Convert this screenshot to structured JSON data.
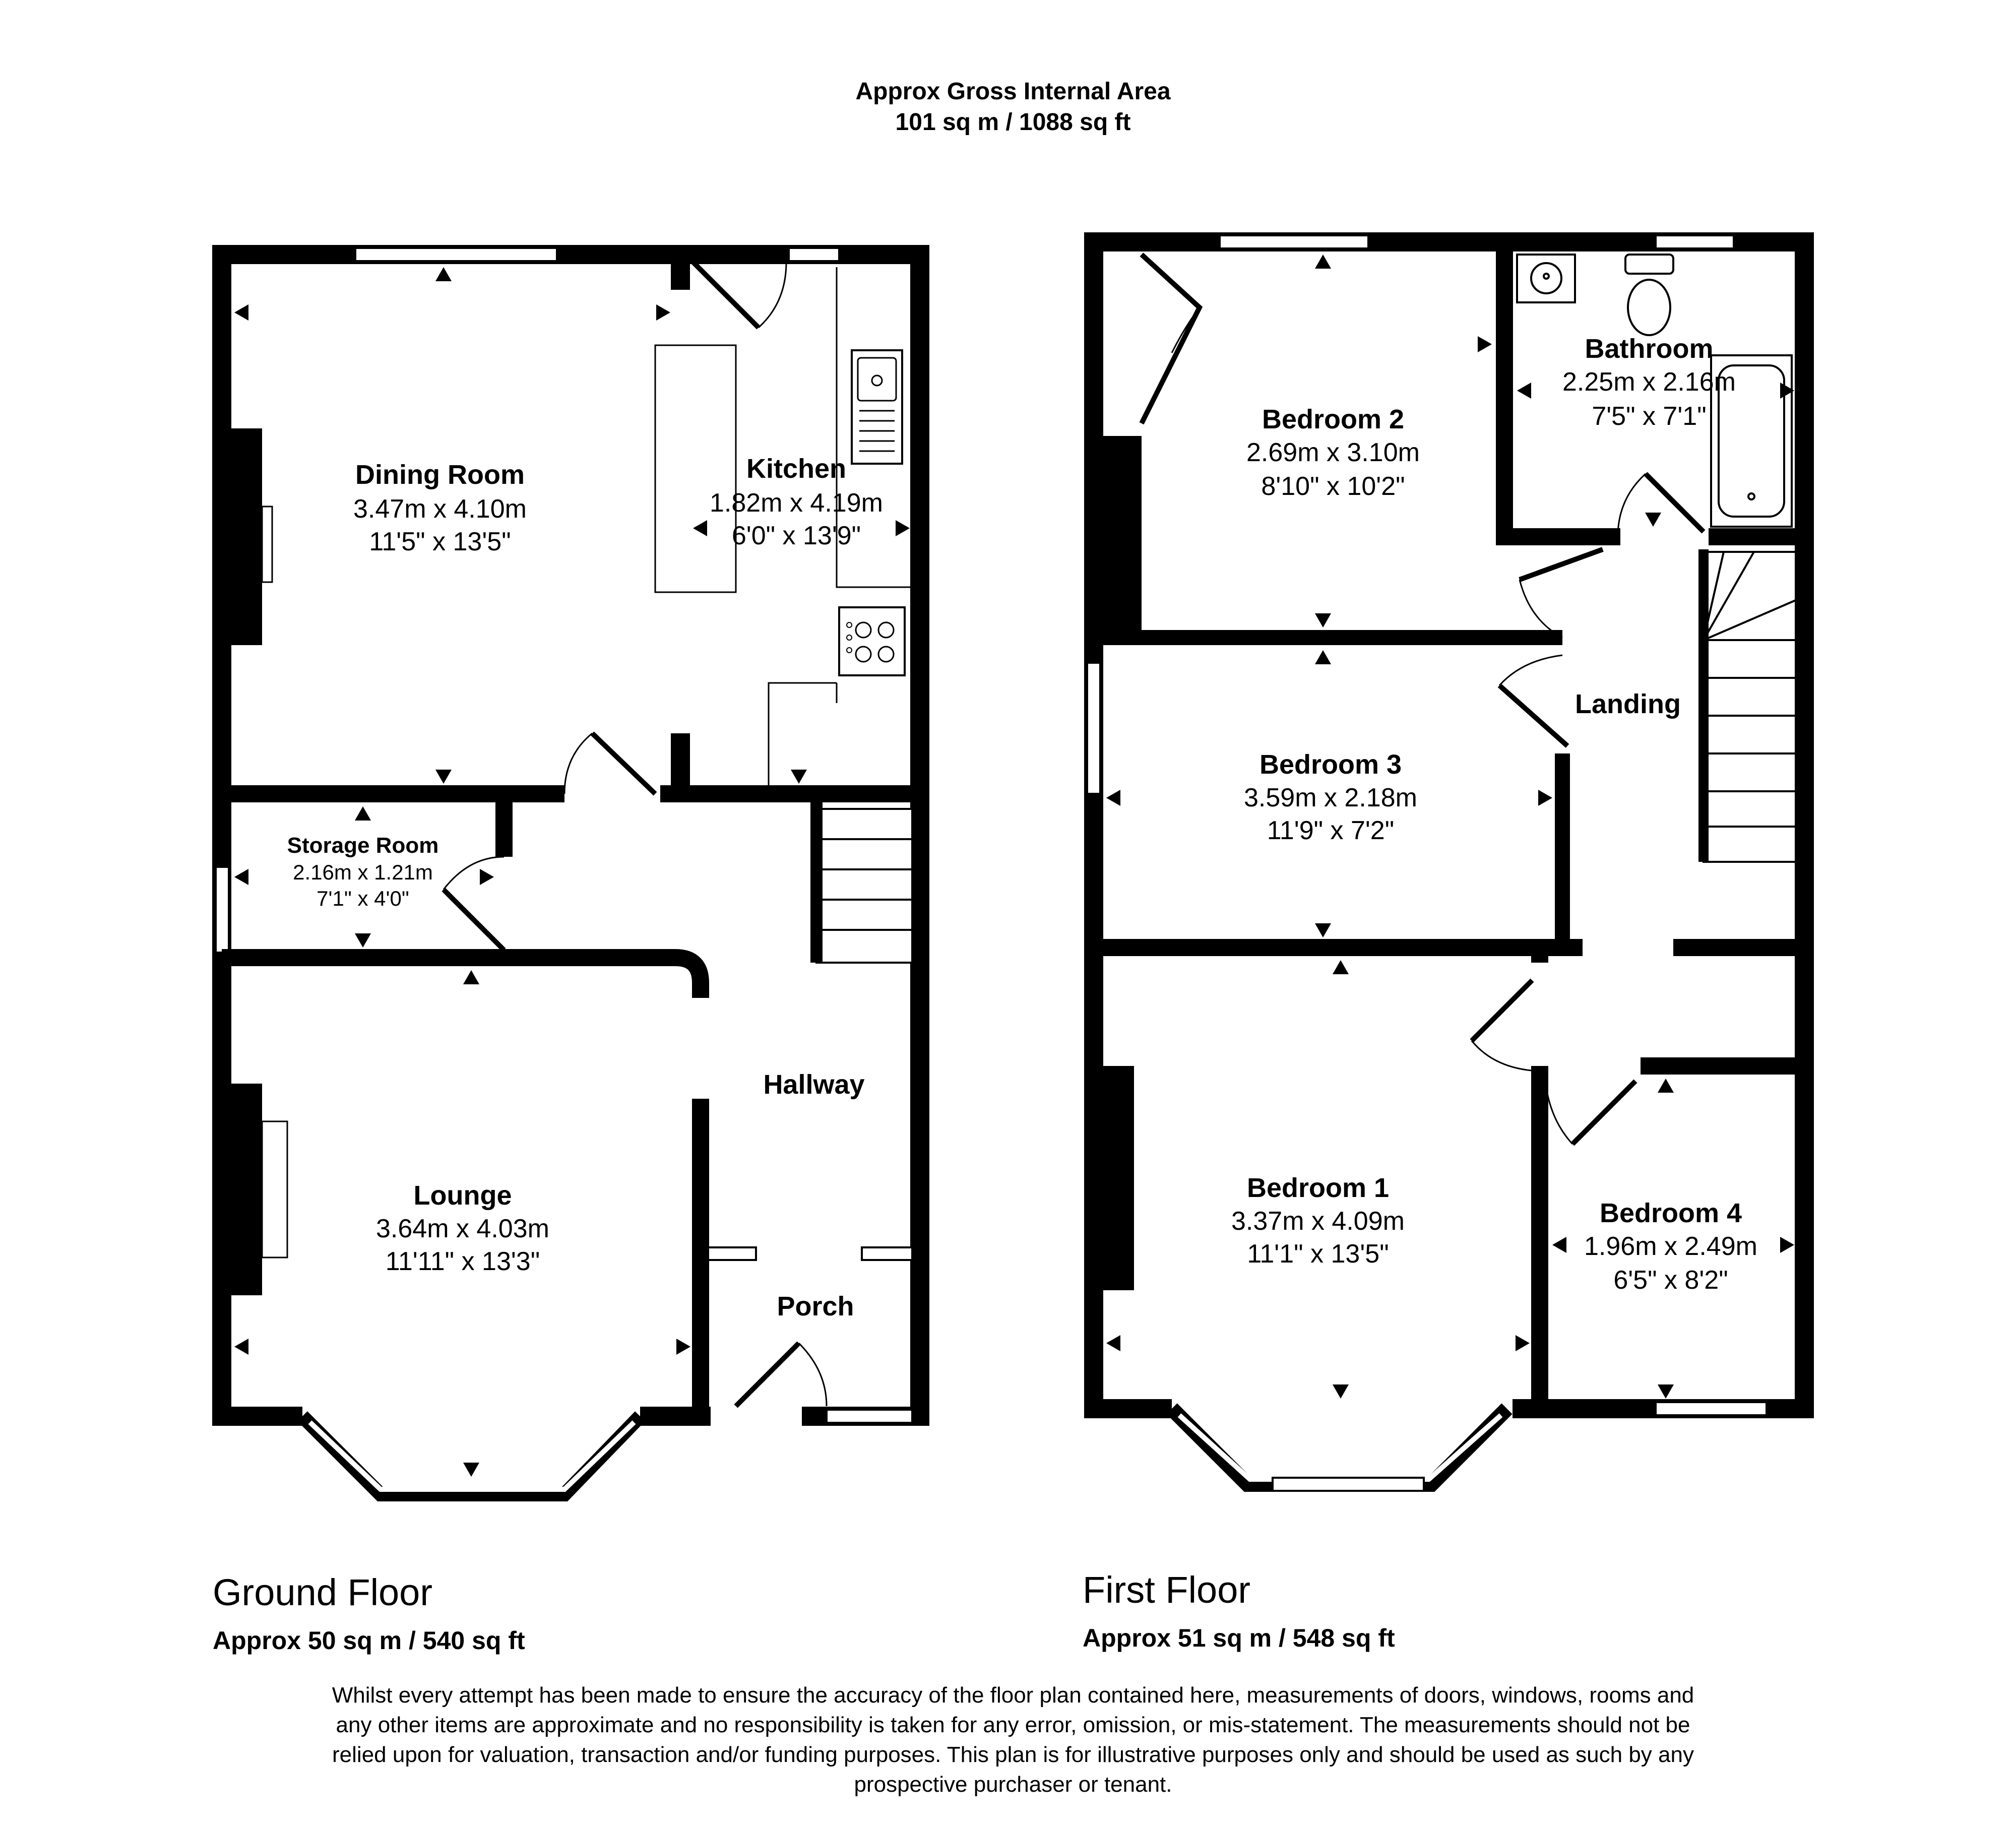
{
  "header": {
    "title": "Approx Gross Internal Area",
    "area": "101 sq m / 1088 sq ft"
  },
  "ground_floor": {
    "title": "Ground Floor",
    "area": "Approx 50 sq m / 540 sq ft",
    "rooms": {
      "dining": {
        "name": "Dining Room",
        "metric": "3.47m x 4.10m",
        "imperial": "11'5\" x 13'5\""
      },
      "kitchen": {
        "name": "Kitchen",
        "metric": "1.82m x 4.19m",
        "imperial": "6'0\" x 13'9\""
      },
      "storage": {
        "name": "Storage Room",
        "metric": "2.16m x 1.21m",
        "imperial": "7'1\" x 4'0\""
      },
      "hallway": {
        "name": "Hallway"
      },
      "lounge": {
        "name": "Lounge",
        "metric": "3.64m x 4.03m",
        "imperial": "11'11\" x 13'3\""
      },
      "porch": {
        "name": "Porch"
      }
    }
  },
  "first_floor": {
    "title": "First Floor",
    "area": "Approx 51 sq m / 548 sq ft",
    "rooms": {
      "bedroom2": {
        "name": "Bedroom 2",
        "metric": "2.69m x 3.10m",
        "imperial": "8'10\" x 10'2\""
      },
      "bathroom": {
        "name": "Bathroom",
        "metric": "2.25m x 2.16m",
        "imperial": "7'5\" x 7'1\""
      },
      "bedroom3": {
        "name": "Bedroom 3",
        "metric": "3.59m x 2.18m",
        "imperial": "11'9\" x 7'2\""
      },
      "landing": {
        "name": "Landing"
      },
      "bedroom1": {
        "name": "Bedroom 1",
        "metric": "3.37m x 4.09m",
        "imperial": "11'1\" x 13'5\""
      },
      "bedroom4": {
        "name": "Bedroom 4",
        "metric": "1.96m x 2.49m",
        "imperial": "6'5\" x 8'2\""
      }
    }
  },
  "disclaimer": {
    "line1": "Whilst every attempt has been made to ensure the accuracy of the floor plan contained here, measurements of doors, windows, rooms and",
    "line2": "any other items are approximate and no responsibility is taken for any error, omission, or mis-statement. The measurements should not be",
    "line3": "relied upon for valuation, transaction and/or funding purposes. This plan is for illustrative purposes only and should be used as such by any",
    "line4": "prospective purchaser or tenant."
  }
}
